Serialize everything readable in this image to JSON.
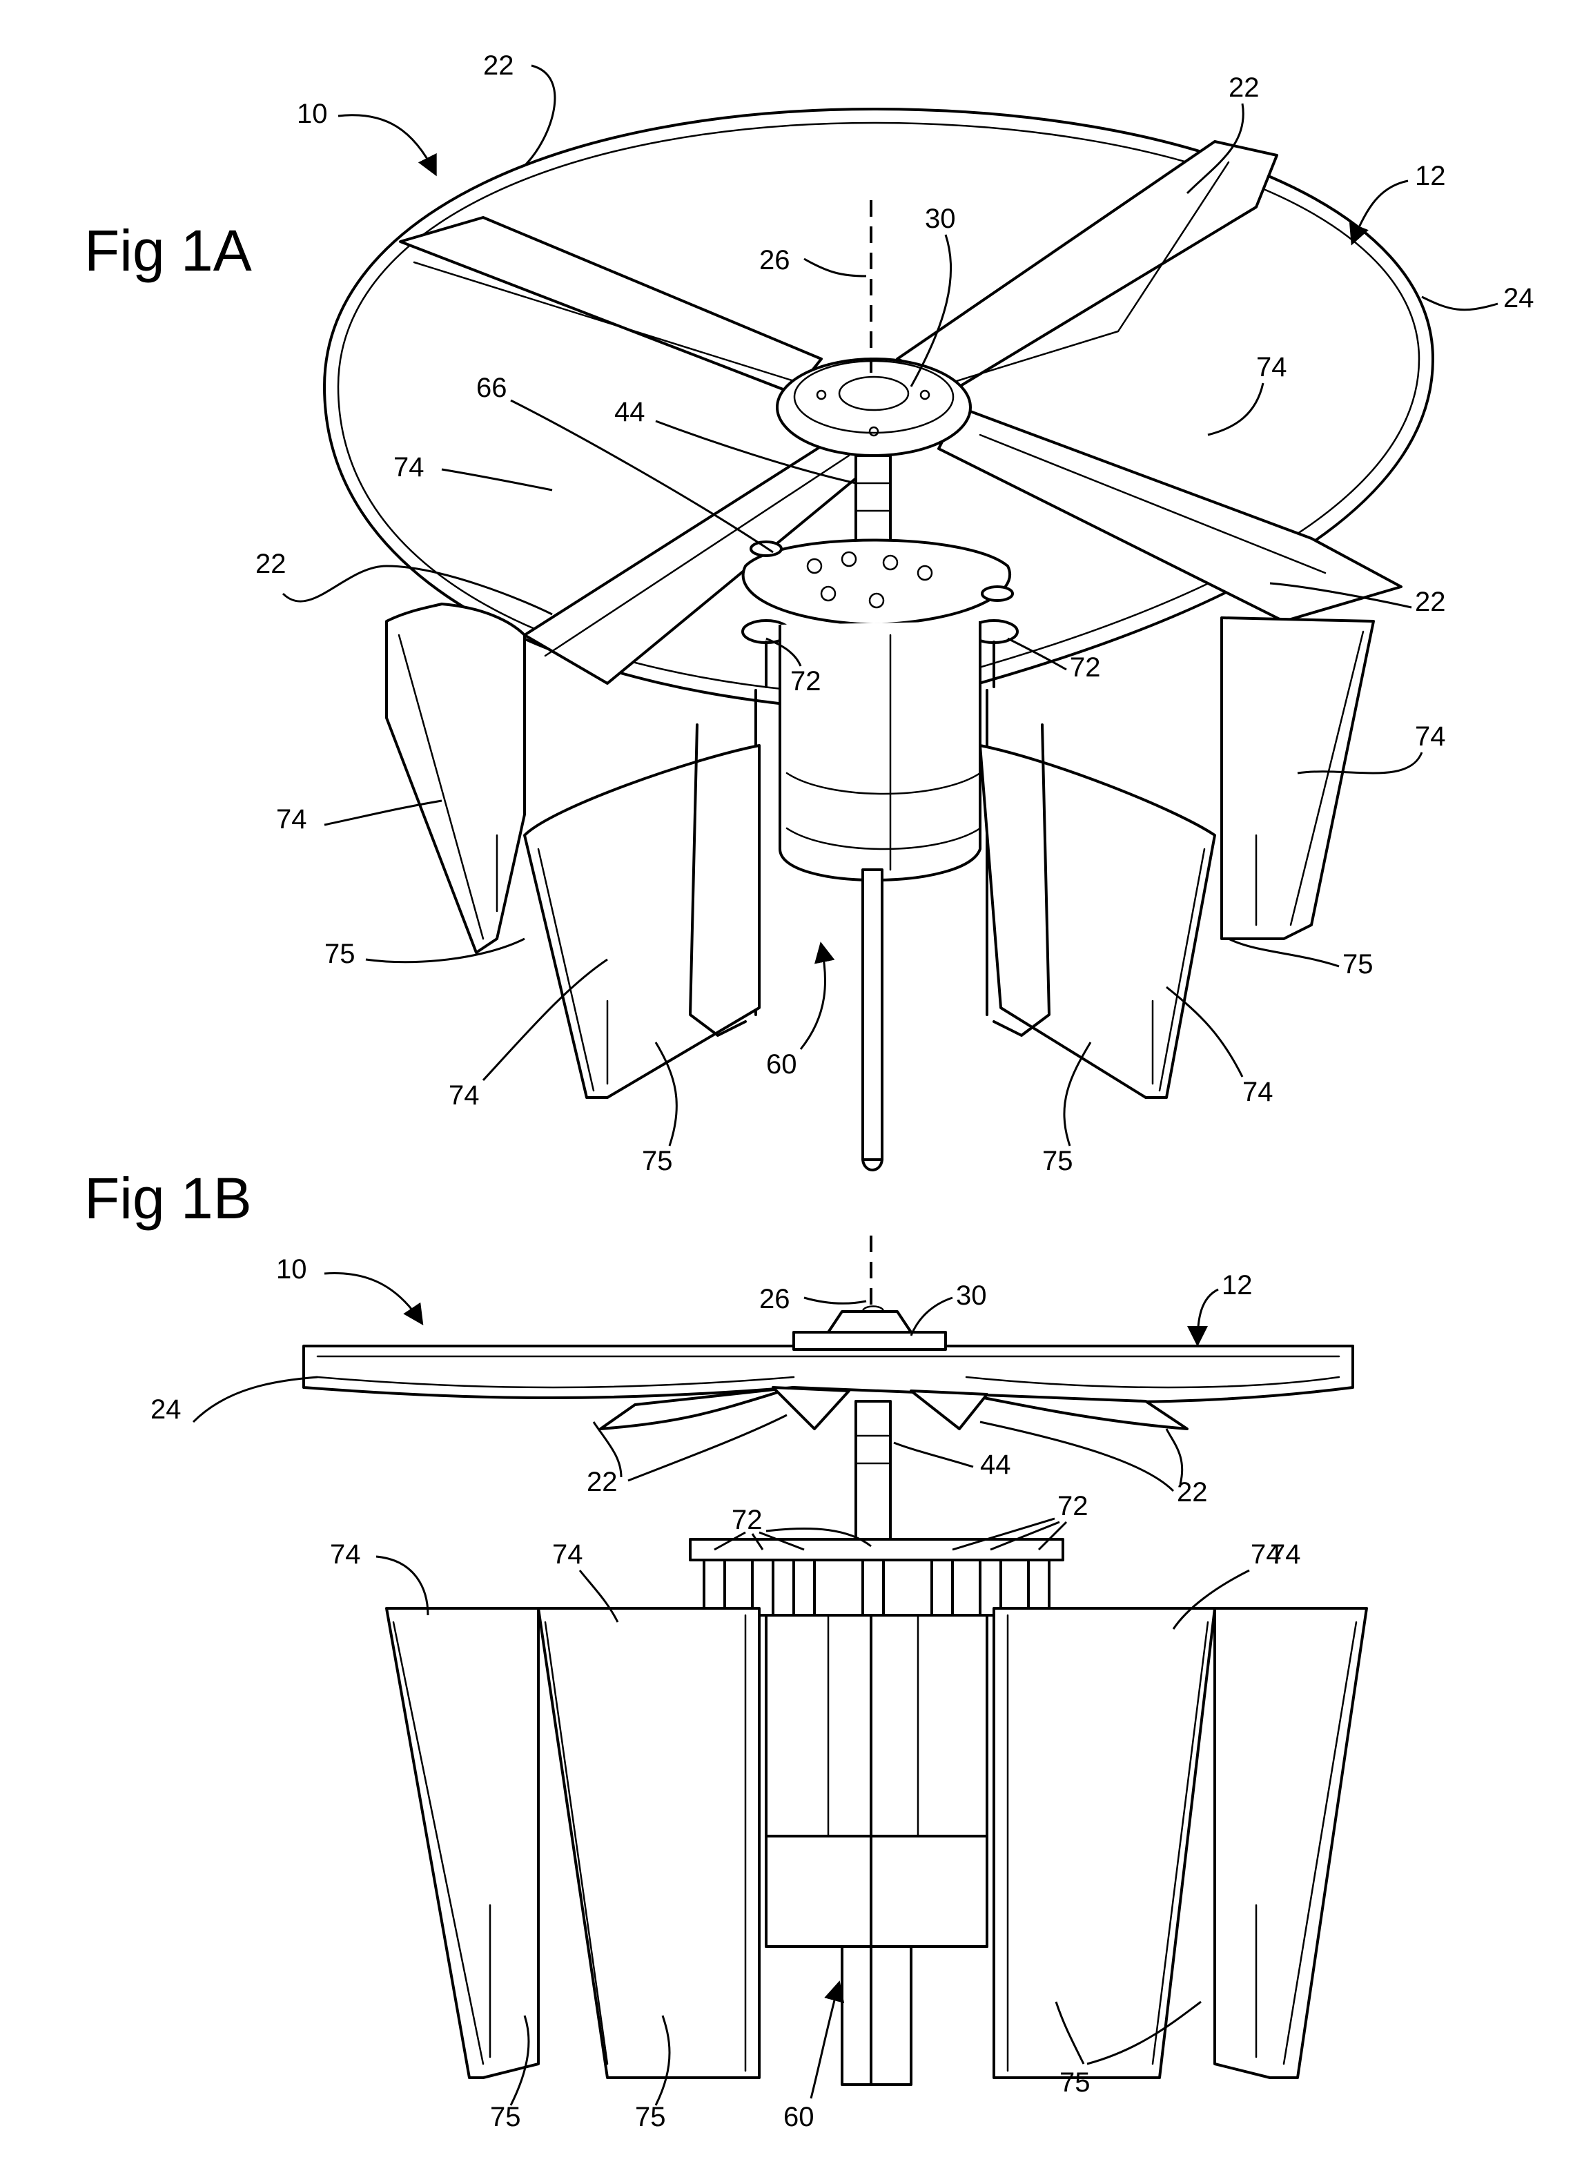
{
  "figures": [
    {
      "title": "Fig 1A",
      "refs": {
        "assembly": "10",
        "rotor": "12",
        "blade_tl": "22",
        "blade_tr": "22",
        "blade_l": "22",
        "blade_r": "22",
        "rim": "24",
        "axis": "26",
        "hub": "30",
        "shaft": "44",
        "base": "60",
        "plate": "66",
        "pin_l": "72",
        "pin_r": "72",
        "fin_tl": "74",
        "fin_tr": "74",
        "fin_l": "74",
        "fin_r": "74",
        "fin_bl": "74",
        "fin_br": "74",
        "tab_l": "75",
        "tab_r": "75",
        "tab_bl": "75",
        "tab_br": "75"
      }
    },
    {
      "title": "Fig 1B",
      "refs": {
        "assembly": "10",
        "rotor": "12",
        "rim": "24",
        "axis": "26",
        "hub": "30",
        "blade_l": "22",
        "blade_r": "22",
        "shaft": "44",
        "pins_l": "72",
        "pins_r": "72",
        "fin_1": "74",
        "fin_2": "74",
        "fin_3": "74",
        "fin_4": "74",
        "tab_1": "75",
        "tab_2": "75",
        "tab_3": "75",
        "base": "60"
      }
    }
  ],
  "icons": {
    "arrowhead": "arrow-head-icon"
  }
}
